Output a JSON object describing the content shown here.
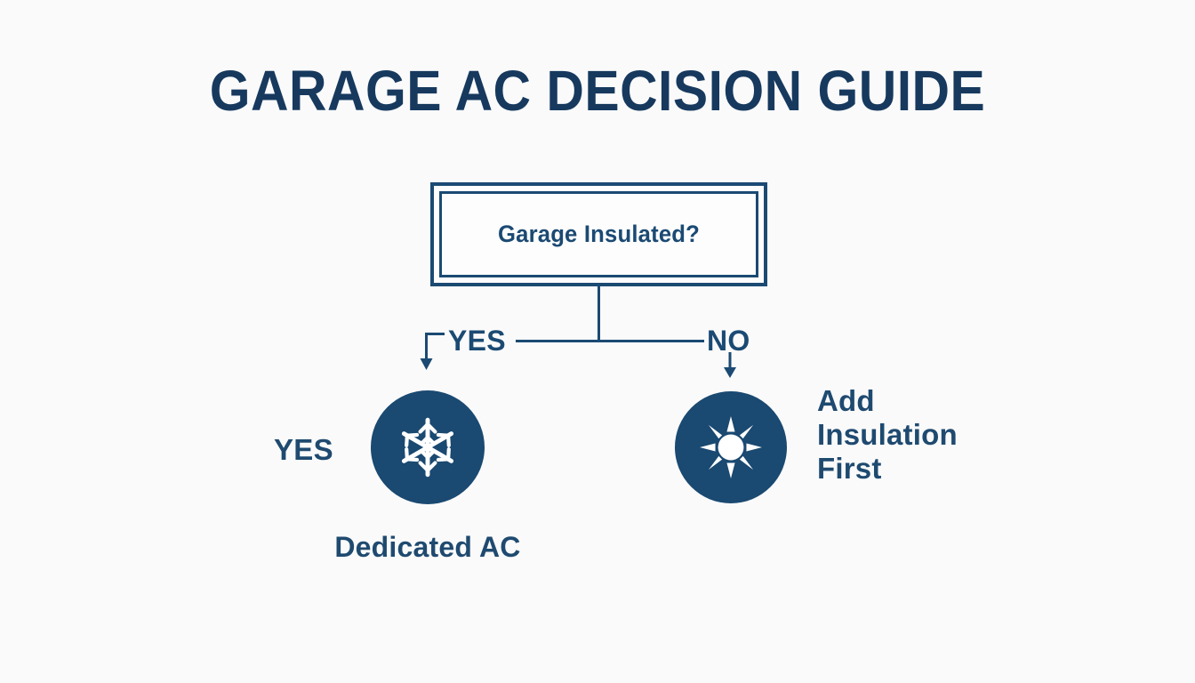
{
  "page": {
    "title": "GARAGE AC DECISION GUIDE",
    "background_color": "#fafafa",
    "accent_color": "#1b4a73",
    "text_color": "#1f4a70",
    "circle_fill_color": "#1a4971",
    "icon_color": "#ffffff"
  },
  "decision": {
    "question": "Garage Insulated?"
  },
  "branches": {
    "yes_label": "YES",
    "no_label": "NO"
  },
  "outcomes": {
    "yes": {
      "badge_label": "YES",
      "icon": "snowflake-icon",
      "caption": "Dedicated AC"
    },
    "no": {
      "icon": "sun-icon",
      "caption_line1": "Add",
      "caption_line2": "Insulation",
      "caption_line3": "First"
    }
  },
  "icons": {
    "yes_arrow": "arrow-elbow-down-icon",
    "no_arrow": "arrow-down-icon"
  }
}
